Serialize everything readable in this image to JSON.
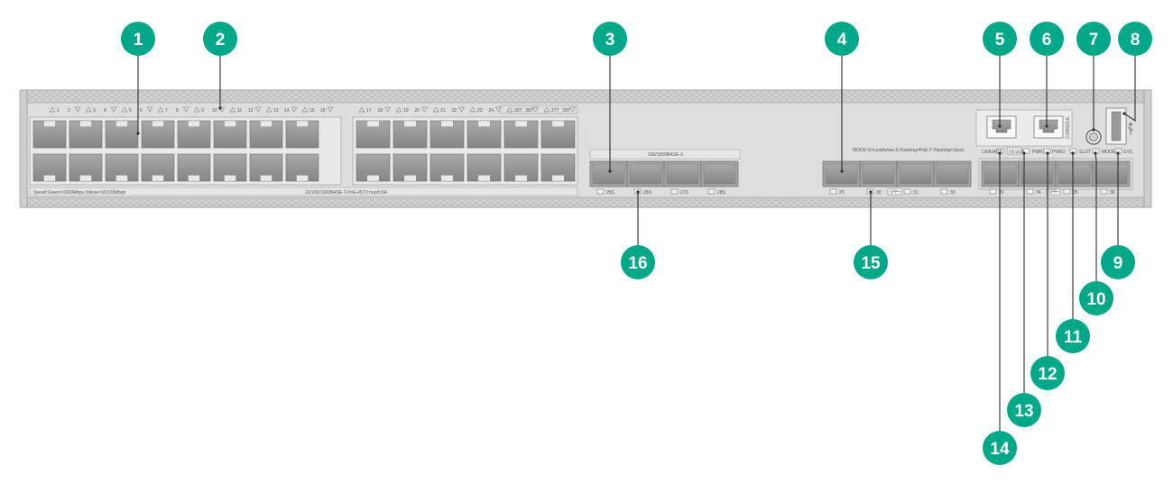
{
  "panel": {
    "speed_legend": "Speed:Green=1000Mbps,Yellow=10/100Mbps",
    "poe_label": "10/100/1000BASE-T-PoE+/57V max0.6A",
    "sfp_group_label": "100/1000BASE-X",
    "mode_legend": "MODE:G=LinkActive;S Flashing=PoE;Y Flashing=Stack",
    "console_label": "CONSOLE",
    "sfp_plus_badge": "SFP+"
  },
  "port_numbers_top_left": [
    "1",
    "2",
    "3",
    "4",
    "5",
    "6",
    "7",
    "8",
    "9",
    "10",
    "11",
    "12",
    "13",
    "14",
    "15",
    "16"
  ],
  "port_numbers_top_right": [
    "17",
    "18",
    "19",
    "20",
    "21",
    "22",
    "23",
    "24",
    "25T",
    "26T",
    "27T",
    "28T"
  ],
  "sfp_ports": [
    "25S",
    "26S",
    "27S",
    "28S"
  ],
  "sfp_plus_ports_a": [
    "29",
    "30",
    "31",
    "32"
  ],
  "sfp_plus_ports_b": [
    "33",
    "34",
    "35",
    "36"
  ],
  "indicator_labels": [
    "LINK/ACT",
    "RESET",
    "PWR1",
    "PWR2",
    "SLOT",
    "MODE",
    "SYS"
  ],
  "callouts": [
    "1",
    "2",
    "3",
    "4",
    "5",
    "6",
    "7",
    "8",
    "9",
    "10",
    "11",
    "12",
    "13",
    "14",
    "15",
    "16"
  ],
  "colors": {
    "callout": "#00a88a",
    "chassis": "#dcdcdc",
    "port": "#8f8f8f"
  }
}
